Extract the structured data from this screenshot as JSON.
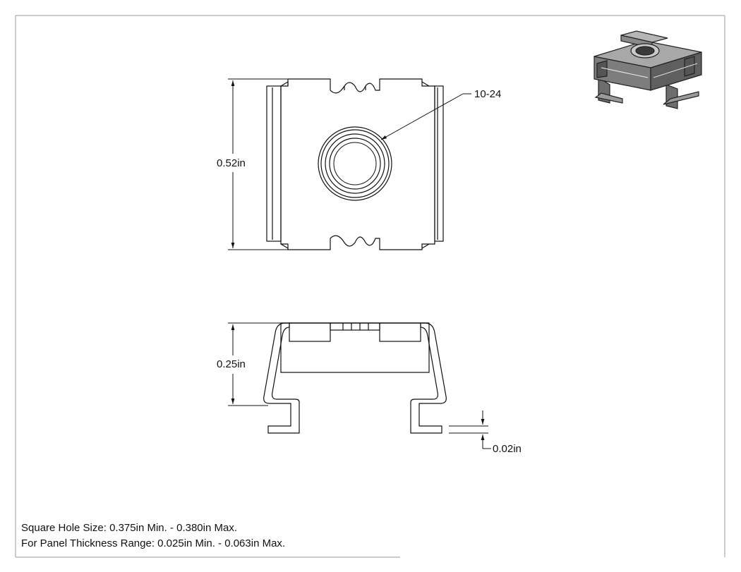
{
  "drawing": {
    "thread_label": "10-24",
    "height_label": "0.52in",
    "side_height_label": "0.25in",
    "thickness_label": "0.02in"
  },
  "notes": {
    "line1": "Square Hole Size: 0.375in Min. - 0.380in Max.",
    "line2": "For Panel Thickness Range: 0.025in  Min. -  0.063in Max."
  },
  "colors": {
    "line": "#111111",
    "iso_fill": "#8a8a8a",
    "iso_dark": "#3a3a3a"
  }
}
